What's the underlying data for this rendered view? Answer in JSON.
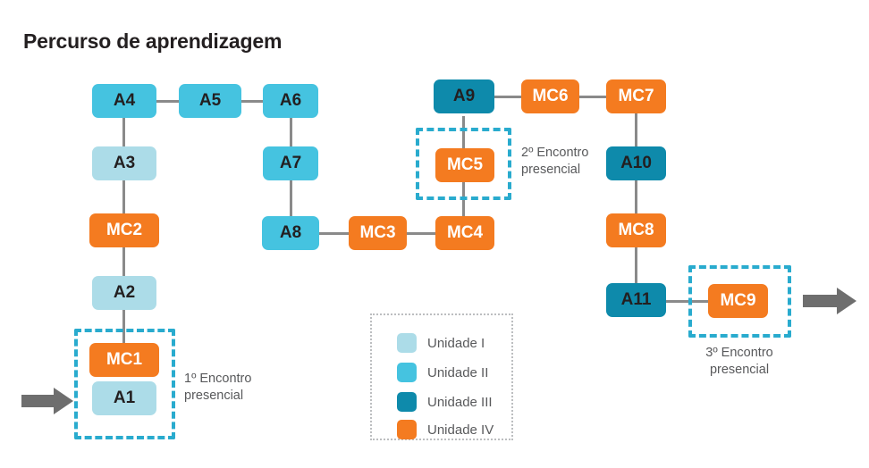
{
  "title": "Percurso de aprendizagem",
  "colors": {
    "unidade_i": "#ACDCE8",
    "unidade_ii": "#45C3E0",
    "unidade_iii": "#0E8AAB",
    "unidade_iv": "#F47B20",
    "dashed_box": "#29ABCE",
    "connector": "#8a8a8a",
    "arrow": "#6E6E6E",
    "title_text": "#231f20",
    "label_text": "#58595B",
    "legend_border": "#bcbec0"
  },
  "nodes": [
    {
      "id": "A1",
      "label": "A1",
      "unit": "Unidade I"
    },
    {
      "id": "MC1",
      "label": "MC1",
      "unit": "Unidade IV"
    },
    {
      "id": "A2",
      "label": "A2",
      "unit": "Unidade I"
    },
    {
      "id": "MC2",
      "label": "MC2",
      "unit": "Unidade IV"
    },
    {
      "id": "A3",
      "label": "A3",
      "unit": "Unidade I"
    },
    {
      "id": "A4",
      "label": "A4",
      "unit": "Unidade II"
    },
    {
      "id": "A5",
      "label": "A5",
      "unit": "Unidade II"
    },
    {
      "id": "A6",
      "label": "A6",
      "unit": "Unidade II"
    },
    {
      "id": "A7",
      "label": "A7",
      "unit": "Unidade II"
    },
    {
      "id": "A8",
      "label": "A8",
      "unit": "Unidade II"
    },
    {
      "id": "MC3",
      "label": "MC3",
      "unit": "Unidade IV"
    },
    {
      "id": "MC4",
      "label": "MC4",
      "unit": "Unidade IV"
    },
    {
      "id": "MC5",
      "label": "MC5",
      "unit": "Unidade IV"
    },
    {
      "id": "A9",
      "label": "A9",
      "unit": "Unidade III"
    },
    {
      "id": "MC6",
      "label": "MC6",
      "unit": "Unidade IV"
    },
    {
      "id": "MC7",
      "label": "MC7",
      "unit": "Unidade IV"
    },
    {
      "id": "A10",
      "label": "A10",
      "unit": "Unidade III"
    },
    {
      "id": "MC8",
      "label": "MC8",
      "unit": "Unidade IV"
    },
    {
      "id": "A11",
      "label": "A11",
      "unit": "Unidade III"
    },
    {
      "id": "MC9",
      "label": "MC9",
      "unit": "Unidade IV"
    }
  ],
  "path_order": [
    "A1",
    "MC1",
    "A2",
    "MC2",
    "A3",
    "A4",
    "A5",
    "A6",
    "A7",
    "A8",
    "MC3",
    "MC4",
    "MC5",
    "A9",
    "MC6",
    "MC7",
    "A10",
    "MC8",
    "A11",
    "MC9"
  ],
  "meetings": [
    {
      "id": "encontro-1",
      "line1": "1º Encontro",
      "line2": "presencial",
      "nodes": [
        "MC1",
        "A1"
      ]
    },
    {
      "id": "encontro-2",
      "line1": "2º Encontro",
      "line2": "presencial",
      "nodes": [
        "MC5"
      ]
    },
    {
      "id": "encontro-3",
      "line1": "3º Encontro",
      "line2": "presencial",
      "nodes": [
        "MC9"
      ]
    }
  ],
  "legend": {
    "items": [
      {
        "label": "Unidade I",
        "color": "#ACDCE8"
      },
      {
        "label": "Unidade II",
        "color": "#45C3E0"
      },
      {
        "label": "Unidade III",
        "color": "#0E8AAB"
      },
      {
        "label": "Unidade IV",
        "color": "#F47B20"
      }
    ]
  },
  "arrows": [
    {
      "id": "entry-arrow",
      "direction": "right",
      "position": "left"
    },
    {
      "id": "exit-arrow",
      "direction": "right",
      "position": "right"
    }
  ]
}
